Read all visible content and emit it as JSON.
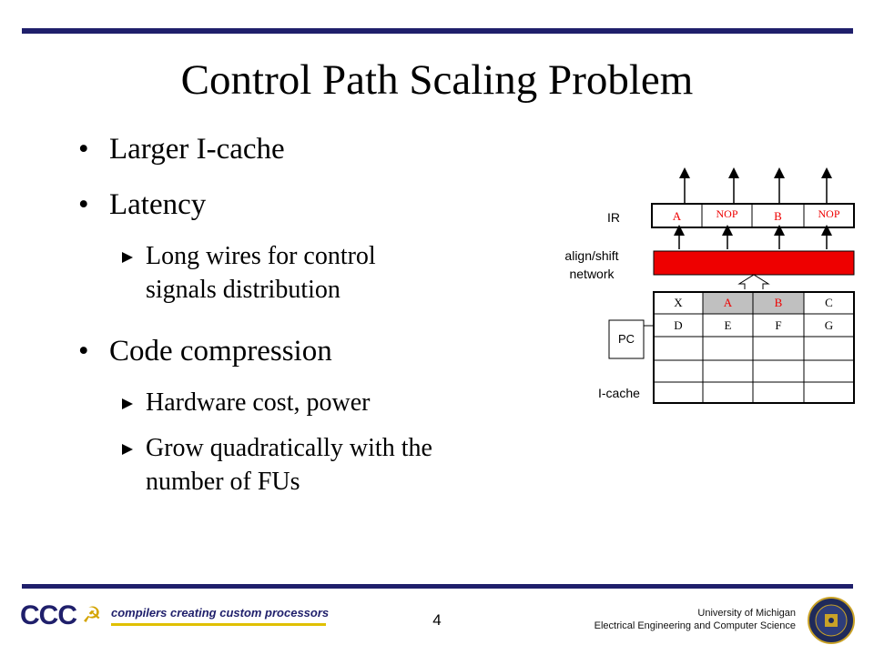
{
  "slide": {
    "title": "Control Path Scaling Problem",
    "page_number": "4"
  },
  "bullets": [
    {
      "text": "Larger I-cache",
      "sub": []
    },
    {
      "text": "Latency",
      "sub": [
        "Long wires for control",
        "signals distribution"
      ]
    },
    {
      "text": "Code compression",
      "sub": [
        "Hardware cost, power",
        "Grow quadratically with the",
        "number of FUs"
      ]
    }
  ],
  "diagram": {
    "ir_label": "IR",
    "ir_cells": [
      "A",
      "NOP",
      "B",
      "NOP"
    ],
    "network_label_line1": "align/shift",
    "network_label_line2": "network",
    "pc_label": "PC",
    "icache_label": "I-cache",
    "icache_rows": [
      [
        "X",
        "A",
        "B",
        "C"
      ],
      [
        "D",
        "E",
        "F",
        "G"
      ],
      [
        "",
        "",
        "",
        ""
      ],
      [
        "",
        "",
        "",
        ""
      ]
    ],
    "colors": {
      "network_fill": "#ee0000",
      "highlight_cell": "#c0c0c0",
      "red_text": "#ee0000"
    }
  },
  "footer": {
    "logo_text": "CCC",
    "tagline": "compilers creating custom processors",
    "university": "University of Michigan",
    "department": "Electrical Engineering and Computer Science",
    "seal_icon": "university-seal-icon"
  }
}
